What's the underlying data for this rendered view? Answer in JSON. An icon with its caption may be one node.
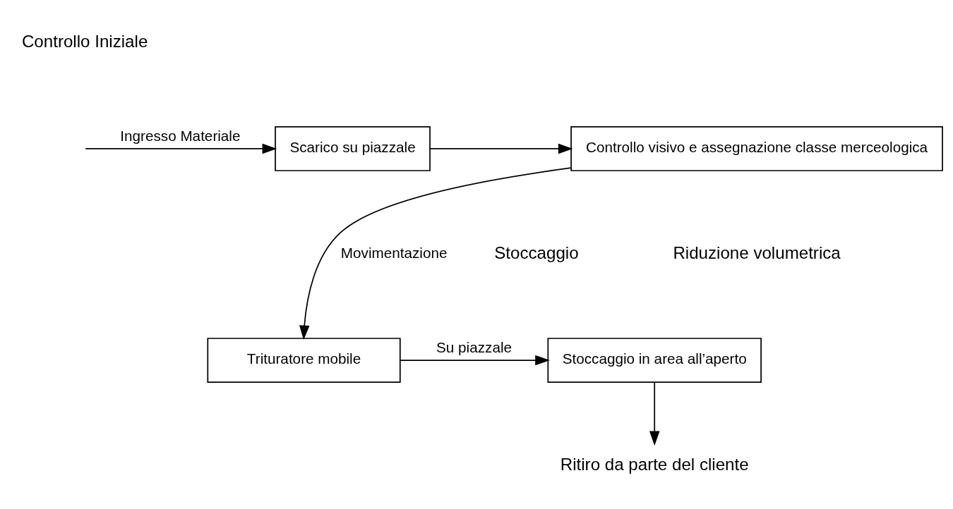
{
  "diagram": {
    "nodes": [
      {
        "text": [
          "Scarico su piazzale"
        ]
      },
      {
        "text": [
          "Controllo visivo e assegnazione classe merceologica"
        ]
      },
      {
        "text": [
          "Trituratore mobile"
        ]
      },
      {
        "text": [
          "Stoccaggio in area all’aperto"
        ]
      },
      {
        "text": [
          "Ritiro da parte del cliente"
        ]
      }
    ],
    "edges": [
      {
        "from": null,
        "to": 0,
        "arrow": "to",
        "label": "Ingresso Materiale"
      },
      {
        "from": 0,
        "to": 1,
        "arrow": "to"
      },
      {
        "from": 1,
        "to": 2,
        "arrow": "to",
        "label": "Movimentazione"
      },
      {
        "from": 2,
        "to": 3,
        "arrow": "to",
        "label": "Su piazzale"
      },
      {
        "from": 3,
        "to": 4,
        "arrow": "to"
      }
    ],
    "labels": [
      "Controllo Iniziale",
      "Stoccaggio",
      "Riduzione volumetrica"
    ]
  }
}
